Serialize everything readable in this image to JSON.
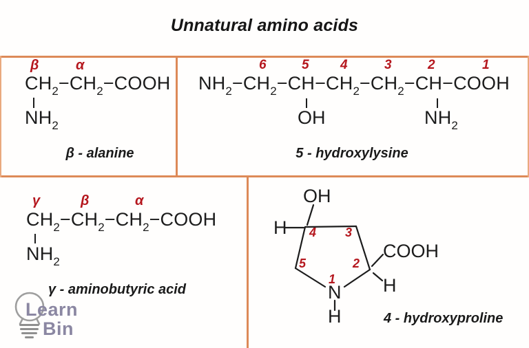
{
  "title": "Unnatural amino acids",
  "colors": {
    "table_border": "#dd8a58",
    "marker_red": "#b5171e",
    "ink": "#1c1c1c",
    "logo_text": "#8b87a2",
    "logo_bulb": "#9e9e9e"
  },
  "cells": {
    "beta_alanine": {
      "markers": [
        "β",
        "α"
      ],
      "formula": [
        {
          "t": "CH"
        },
        {
          "s": "2"
        },
        {
          "t": "−CH"
        },
        {
          "s": "2"
        },
        {
          "t": "−COOH"
        }
      ],
      "amine": [
        {
          "t": "NH"
        },
        {
          "s": "2"
        }
      ],
      "label": "β - alanine"
    },
    "hydroxylysine": {
      "numbers": [
        "6",
        "5",
        "4",
        "3",
        "2",
        "1"
      ],
      "formula": [
        {
          "t": "NH"
        },
        {
          "s": "2"
        },
        {
          "t": "−CH"
        },
        {
          "s": "2"
        },
        {
          "t": "−CH−CH"
        },
        {
          "s": "2"
        },
        {
          "t": "−CH"
        },
        {
          "s": "2"
        },
        {
          "t": "−CH−COOH"
        }
      ],
      "hydroxyl": "OH",
      "amine": [
        {
          "t": "NH"
        },
        {
          "s": "2"
        }
      ],
      "label": "5 - hydroxylysine"
    },
    "aminobutyric": {
      "markers": [
        "γ",
        "β",
        "α"
      ],
      "formula": [
        {
          "t": "CH"
        },
        {
          "s": "2"
        },
        {
          "t": "−CH"
        },
        {
          "s": "2"
        },
        {
          "t": "−CH"
        },
        {
          "s": "2"
        },
        {
          "t": "−COOH"
        }
      ],
      "amine": [
        {
          "t": "NH"
        },
        {
          "s": "2"
        }
      ],
      "label": "γ - aminobutyric acid"
    },
    "hydroxyproline": {
      "ring_numbers": {
        "n4": "4",
        "n3": "3",
        "n5": "5",
        "n2": "2",
        "n1": "1"
      },
      "atoms": {
        "oh": "OH",
        "h_left": "H",
        "cooh": "COOH",
        "h_right": "H",
        "n": "N",
        "h_bottom": "H"
      },
      "label": "4 - hydroxyproline"
    }
  },
  "logo": {
    "learn": "Learn",
    "bin": "Bin"
  }
}
